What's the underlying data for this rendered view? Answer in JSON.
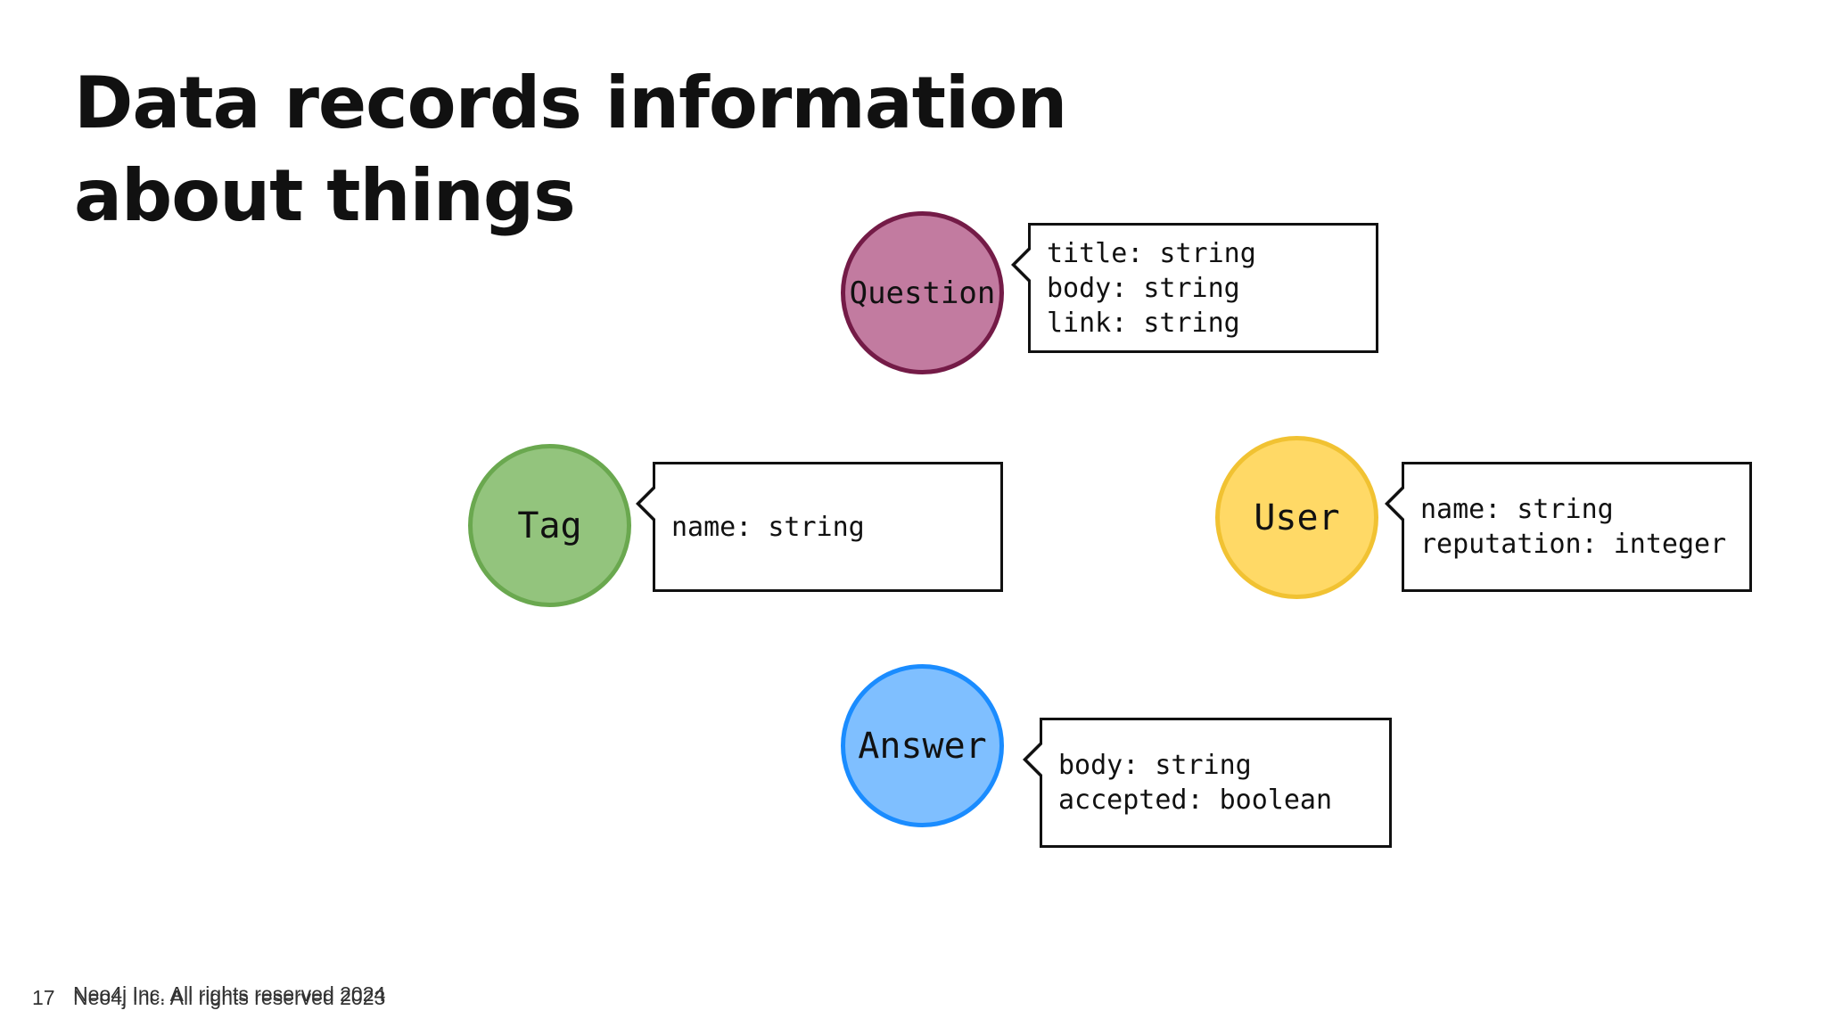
{
  "title": {
    "line1": "Data records information",
    "line2": "about things"
  },
  "nodes": {
    "question": {
      "label": "Question",
      "fill": "#c27ba0",
      "stroke": "#741b47",
      "properties": [
        "title: string",
        "body: string",
        "link: string"
      ]
    },
    "tag": {
      "label": "Tag",
      "fill": "#93c47d",
      "stroke": "#6aa84f",
      "properties": [
        "name: string"
      ]
    },
    "user": {
      "label": "User",
      "fill": "#ffd966",
      "stroke": "#f1c232",
      "properties": [
        "name: string",
        "reputation: integer"
      ]
    },
    "answer": {
      "label": "Answer",
      "fill": "#7fbfff",
      "stroke": "#1a8cff",
      "properties": [
        "body: string",
        "accepted: boolean"
      ]
    }
  },
  "footer": {
    "page_number": "17",
    "copyright_current": "Neo4j Inc. All rights reserved 2023",
    "copyright_overlay": "Neo4j Inc. All rights reserved 2024"
  }
}
